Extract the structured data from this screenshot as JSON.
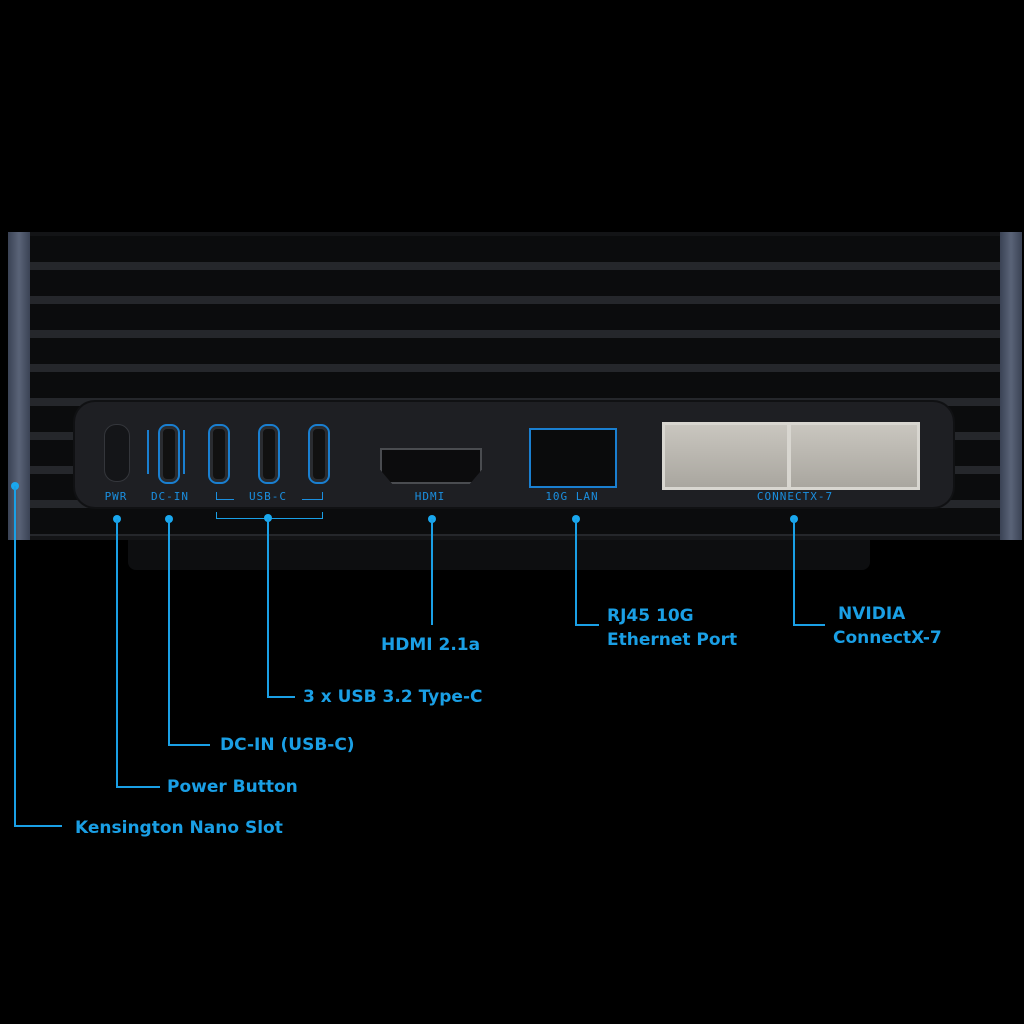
{
  "panel_labels": {
    "pwr": "PWR",
    "dc_in": "DC-IN",
    "usb_c": "USB-C",
    "hdmi": "HDMI",
    "lan": "10G LAN",
    "connectx": "CONNECTX-7"
  },
  "callouts": {
    "hdmi": "HDMI 2.1a",
    "lan_line1": "RJ45 10G",
    "lan_line2": "Ethernet Port",
    "connectx_line1": "NVIDIA",
    "connectx_line2": "ConnectX-7",
    "usb": "3 x USB 3.2 Type-C",
    "dc_in": "DC-IN (USB-C)",
    "power": "Power Button",
    "kensington": "Kensington Nano Slot"
  },
  "colors": {
    "accent": "#1aa0e6",
    "background": "#000000"
  }
}
